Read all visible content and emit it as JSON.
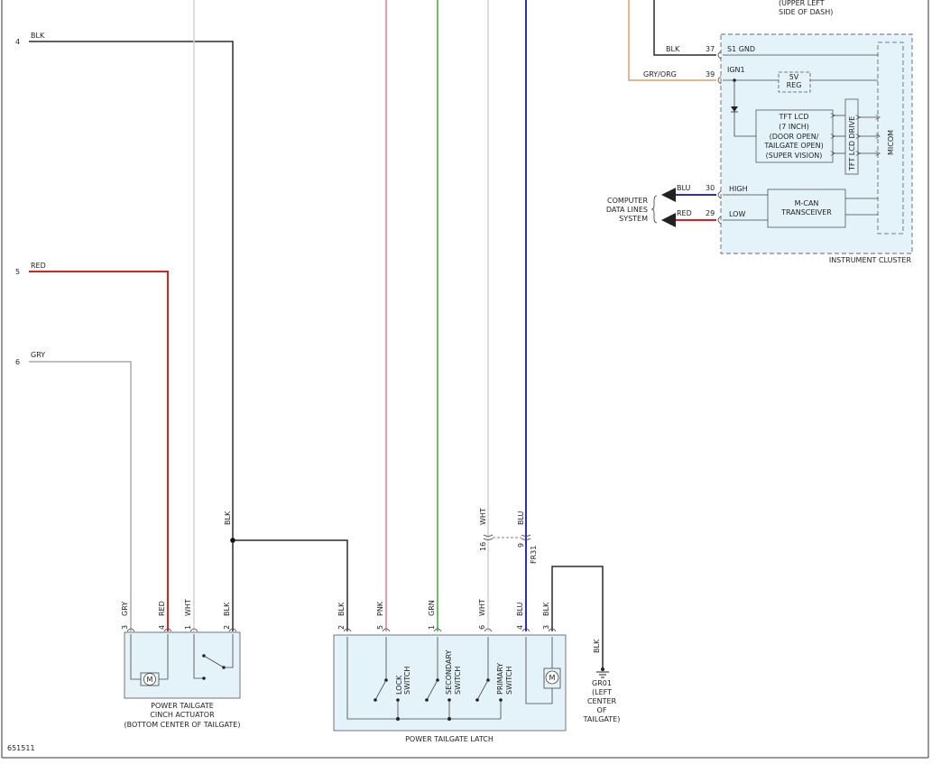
{
  "diagram_id": "651511",
  "colors": {
    "BLK": "#2b2b2b",
    "RED": "#e02020",
    "GRY": "#a9a9a9",
    "WHT": "#d2d2d2",
    "PNK": "#ea7a90",
    "GRN": "#3aa83a",
    "BLU": "#2a2ad8",
    "GRY/ORG": "#d9b89a",
    "component_fill": "#e4f3fa"
  },
  "left_wires": [
    {
      "pin": "4",
      "color": "BLK"
    },
    {
      "pin": "5",
      "color": "RED"
    },
    {
      "pin": "6",
      "color": "GRY"
    }
  ],
  "inline_connector": {
    "id": "FR31",
    "pins": [
      {
        "pin": "16",
        "color": "WHT"
      },
      {
        "pin": "9",
        "color": "BLU"
      }
    ]
  },
  "splice_wire_label": "BLK",
  "cinch_actuator": {
    "label_lines": [
      "POWER TAILGATE",
      "CINCH ACTUATOR",
      "(BOTTOM CENTER OF TAILGATE)"
    ],
    "pins": [
      {
        "pin": "3",
        "color": "GRY"
      },
      {
        "pin": "4",
        "color": "RED"
      },
      {
        "pin": "1",
        "color": "WHT"
      },
      {
        "pin": "2",
        "color": "BLK"
      }
    ],
    "motor": "M"
  },
  "latch": {
    "label": "POWER TAILGATE LATCH",
    "pins": [
      {
        "pin": "2",
        "color": "BLK"
      },
      {
        "pin": "5",
        "color": "PNK"
      },
      {
        "pin": "1",
        "color": "GRN"
      },
      {
        "pin": "6",
        "color": "WHT"
      },
      {
        "pin": "4",
        "color": "BLU"
      },
      {
        "pin": "3",
        "color": "BLK"
      }
    ],
    "switches": [
      {
        "lines": [
          "LOCK",
          "SWITCH"
        ]
      },
      {
        "lines": [
          "SECONDARY",
          "SWITCH"
        ]
      },
      {
        "lines": [
          "PRIMARY",
          "SWITCH"
        ]
      }
    ],
    "motor": "M"
  },
  "ground": {
    "wire": "BLK",
    "id": "GR01",
    "location_lines": [
      "(LEFT",
      "CENTER",
      "OF",
      "TAILGATE)"
    ]
  },
  "instrument_cluster": {
    "label": "INSTRUMENT CLUSTER",
    "top_note_lines": [
      "(UPPER LEFT",
      "SIDE OF DASH)"
    ],
    "pins": [
      {
        "pin": "37",
        "color": "BLK",
        "signal": "S1 GND"
      },
      {
        "pin": "39",
        "color": "GRY/ORG",
        "signal": "IGN1"
      },
      {
        "pin": "30",
        "color": "BLU",
        "signal": "HIGH"
      },
      {
        "pin": "29",
        "color": "RED",
        "signal": "LOW"
      }
    ],
    "blocks": {
      "reg_lines": [
        "5V",
        "REG"
      ],
      "tft_lines": [
        "TFT LCD",
        "(7 INCH)",
        "(DOOR OPEN/",
        "TAILGATE OPEN)",
        "(SUPER VISION)"
      ],
      "tft_drive": "TFT LCD DRIVE",
      "micom": "MICOM",
      "transceiver_lines": [
        "M-CAN",
        "TRANSCEIVER"
      ]
    },
    "data_lines_label_lines": [
      "COMPUTER",
      "DATA LINES",
      "SYSTEM"
    ]
  }
}
